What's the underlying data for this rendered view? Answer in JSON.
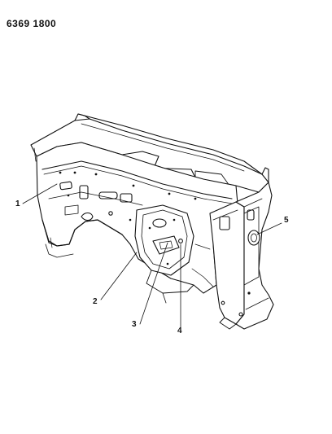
{
  "header": {
    "code": "6369 1800"
  },
  "callouts": [
    {
      "id": "1",
      "label": "1"
    },
    {
      "id": "2",
      "label": "2"
    },
    {
      "id": "3",
      "label": "3"
    },
    {
      "id": "4",
      "label": "4"
    },
    {
      "id": "5",
      "label": "5"
    }
  ],
  "colors": {
    "ink": "#111111",
    "paper": "#ffffff"
  }
}
